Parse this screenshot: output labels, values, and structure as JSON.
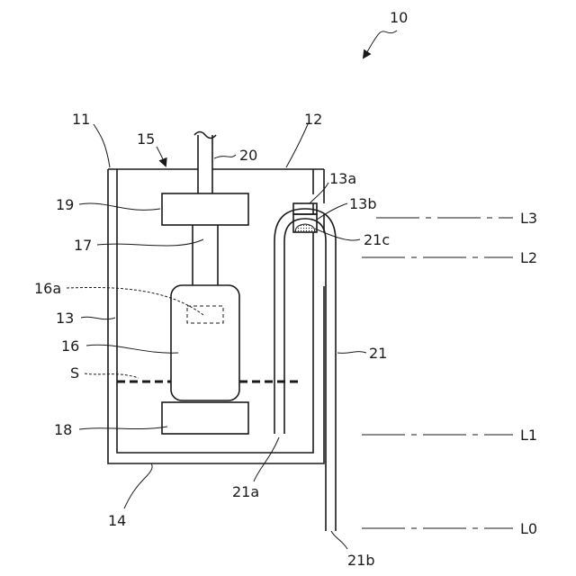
{
  "labels": {
    "fig": "10",
    "l11": "11",
    "l12": "12",
    "l13": "13",
    "l13a": "13a",
    "l13b": "13b",
    "l14": "14",
    "l15": "15",
    "l16": "16",
    "l16a": "16a",
    "l17": "17",
    "l18": "18",
    "l19": "19",
    "l20": "20",
    "l21": "21",
    "l21a": "21a",
    "l21b": "21b",
    "l21c": "21c",
    "s": "S"
  },
  "levels": {
    "L3": "L3",
    "L2": "L2",
    "L1": "L1",
    "L0": "L0"
  },
  "colors": {
    "line": "#1a1a1a",
    "background": "#ffffff"
  }
}
